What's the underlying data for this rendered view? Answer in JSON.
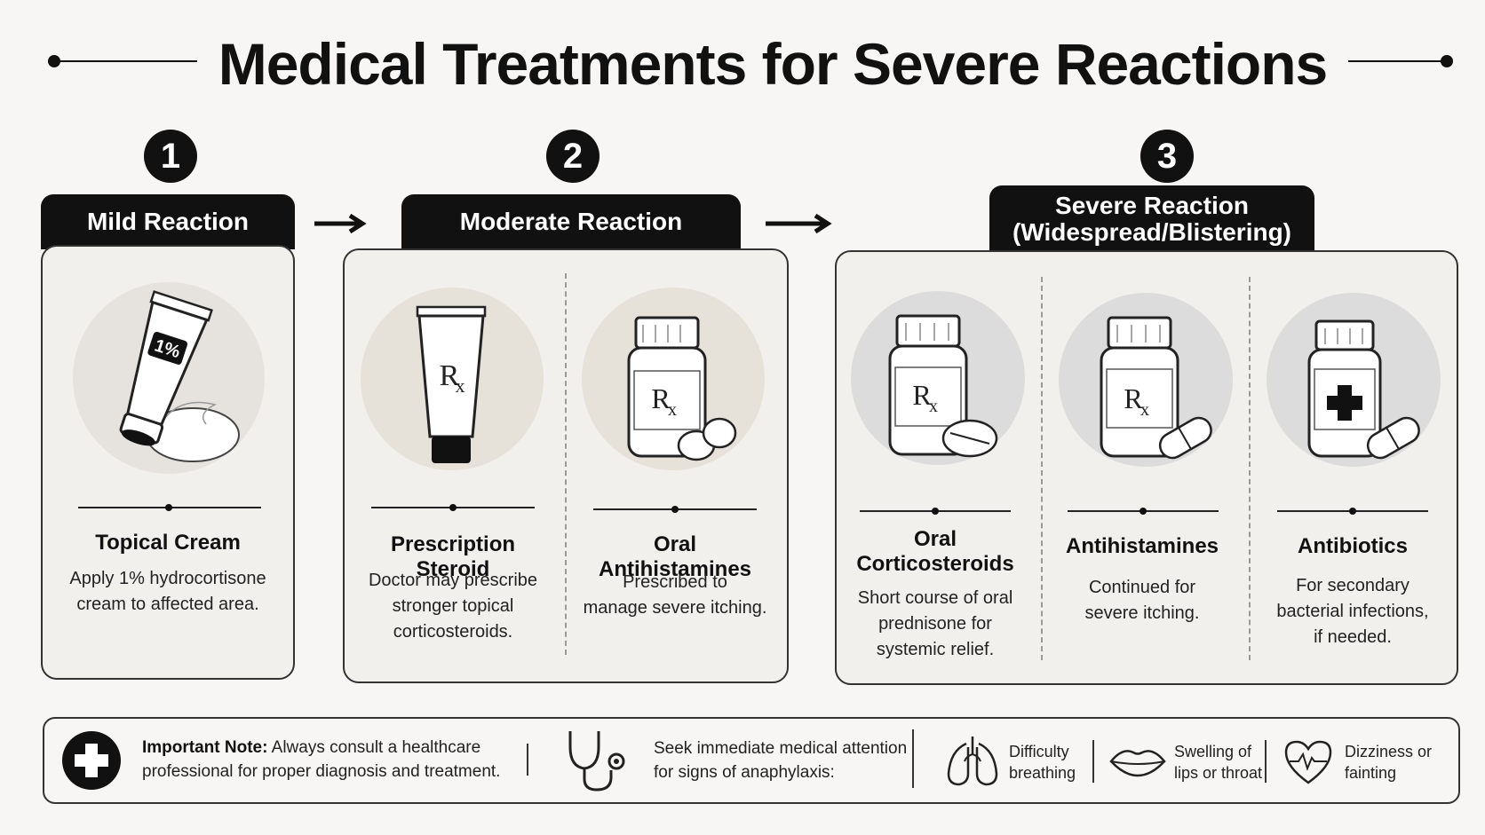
{
  "title": "Medical Treatments for Severe Reactions",
  "steps": [
    {
      "number": "1",
      "label": "Mild Reaction"
    },
    {
      "number": "2",
      "label": "Moderate Reaction"
    },
    {
      "number": "3",
      "label_line1": "Severe Reaction",
      "label_line2": "(Widespread/Blistering)"
    }
  ],
  "mild": {
    "items": [
      {
        "title": "Topical Cream",
        "desc_line1": "Apply 1% hydrocortisone",
        "desc_line2": "cream to affected area.",
        "tube_label": "1%"
      }
    ]
  },
  "moderate": {
    "items": [
      {
        "title": "Prescription Steroid",
        "desc_line1": "Doctor may prescribe",
        "desc_line2": "stronger topical",
        "desc_line3": "corticosteroids.",
        "symbol": "Rx"
      },
      {
        "title": "Oral Antihistamines",
        "desc_line1": "Prescribed to",
        "desc_line2": "manage severe itching.",
        "symbol": "Rx"
      }
    ]
  },
  "severe": {
    "items": [
      {
        "title_line1": "Oral",
        "title_line2": "Corticosteroids",
        "desc_line1": "Short course of oral",
        "desc_line2": "prednisone for",
        "desc_line3": "systemic relief.",
        "symbol": "Rx"
      },
      {
        "title": "Antihistamines",
        "desc_line1": "Continued for",
        "desc_line2": "severe itching.",
        "symbol": "Rx"
      },
      {
        "title": "Antibiotics",
        "desc_line1": "For secondary",
        "desc_line2": "bacterial infections,",
        "desc_line3": "if needed."
      }
    ]
  },
  "note": {
    "heading": "Important Note:",
    "line1_rest": " Always consult a healthcare",
    "line2": "professional for proper diagnosis and treatment.",
    "attention_line1": "Seek immediate medical attention",
    "attention_line2": "for signs of anaphylaxis:",
    "symptoms": [
      {
        "icon": "lungs-icon",
        "line1": "Difficulty",
        "line2": "breathing"
      },
      {
        "icon": "lips-icon",
        "line1": "Swelling of",
        "line2": "lips or throat"
      },
      {
        "icon": "heart-pulse-icon",
        "line1": "Dizziness or",
        "line2": "fainting"
      }
    ]
  }
}
